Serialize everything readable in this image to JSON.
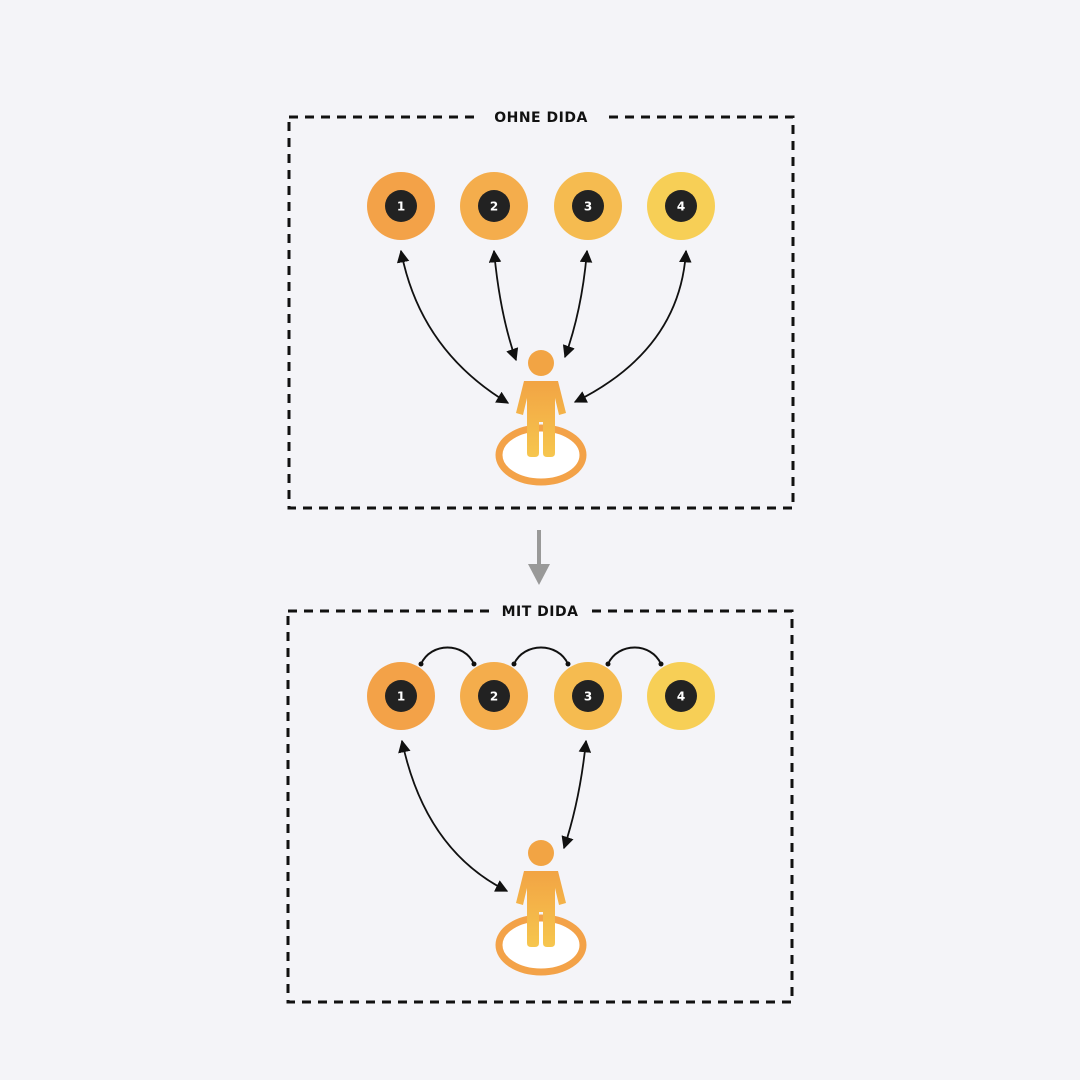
{
  "colors": {
    "background": "#f4f4f8",
    "frame_stroke": "#111111",
    "arrow": "#111111",
    "transition_arrow": "#999999",
    "node_inner": "#222222",
    "node_text": "#ffffff",
    "node_outer": [
      "#f3a248",
      "#f4ad4c",
      "#f5bb50",
      "#f7cf56"
    ],
    "person_top": "#f2a444",
    "person_bottom": "#f6c64e",
    "pedestal_ring": "#f3a248",
    "pedestal_fill": "#ffffff"
  },
  "panels": [
    {
      "id": "without",
      "title": "OHNE DIDA",
      "nodes": [
        {
          "label": "1"
        },
        {
          "label": "2"
        },
        {
          "label": "3"
        },
        {
          "label": "4"
        }
      ],
      "person_links": [
        1,
        2,
        3,
        4
      ],
      "peer_links": []
    },
    {
      "id": "with",
      "title": "MIT DIDA",
      "nodes": [
        {
          "label": "1"
        },
        {
          "label": "2"
        },
        {
          "label": "3"
        },
        {
          "label": "4"
        }
      ],
      "person_links": [
        1,
        3
      ],
      "peer_links": [
        [
          1,
          2
        ],
        [
          2,
          3
        ],
        [
          3,
          4
        ]
      ]
    }
  ],
  "transition": {
    "direction": "down",
    "icon": "arrow-down-icon"
  },
  "person_icon": "person-icon"
}
